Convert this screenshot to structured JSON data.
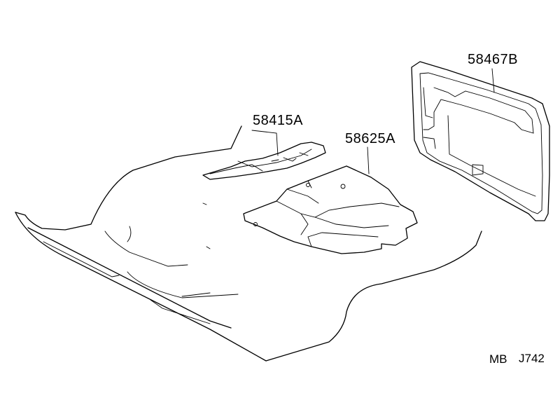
{
  "parts": [
    {
      "id": "p1",
      "number": "58415A"
    },
    {
      "id": "p2",
      "number": "58625A"
    },
    {
      "id": "p3",
      "number": "58467B"
    }
  ],
  "footer": {
    "left_code": "MB",
    "right_code": "J742"
  },
  "line_color": "#000000",
  "background_color": "#ffffff"
}
